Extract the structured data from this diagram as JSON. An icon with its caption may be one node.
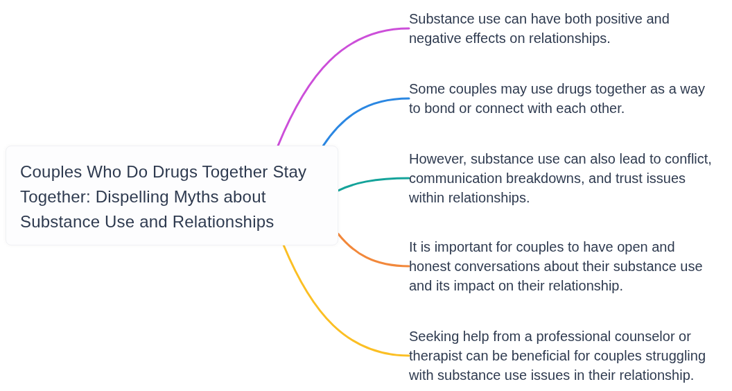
{
  "diagram": {
    "nodes": [
      {
        "text": [
          "Couples Who Do Drugs Together Stay Together: Dispelling Myths about Substance Use and Relationships"
        ]
      },
      {
        "text": [
          "Substance use can have both positive and negative effects on relationships."
        ]
      },
      {
        "text": [
          "Some couples may use drugs together as a way to bond or connect with each other."
        ]
      },
      {
        "text": [
          "However, substance use can also lead to conflict, communication breakdowns, and trust issues within relationships."
        ]
      },
      {
        "text": [
          "It is important for couples to have open and honest conversations about their substance use and its impact on their relationship."
        ]
      },
      {
        "text": [
          "Seeking help from a professional counselor or therapist can be beneficial for couples struggling with substance use issues in their relationship."
        ]
      }
    ],
    "edges": [
      {
        "from": 0,
        "to": 1,
        "arrow": "none",
        "color": "#cc4fd9"
      },
      {
        "from": 0,
        "to": 2,
        "arrow": "none",
        "color": "#2b87e2"
      },
      {
        "from": 0,
        "to": 3,
        "arrow": "none",
        "color": "#14a39a"
      },
      {
        "from": 0,
        "to": 4,
        "arrow": "none",
        "color": "#f2883b"
      },
      {
        "from": 0,
        "to": 5,
        "arrow": "none",
        "color": "#fbbf24"
      }
    ]
  }
}
